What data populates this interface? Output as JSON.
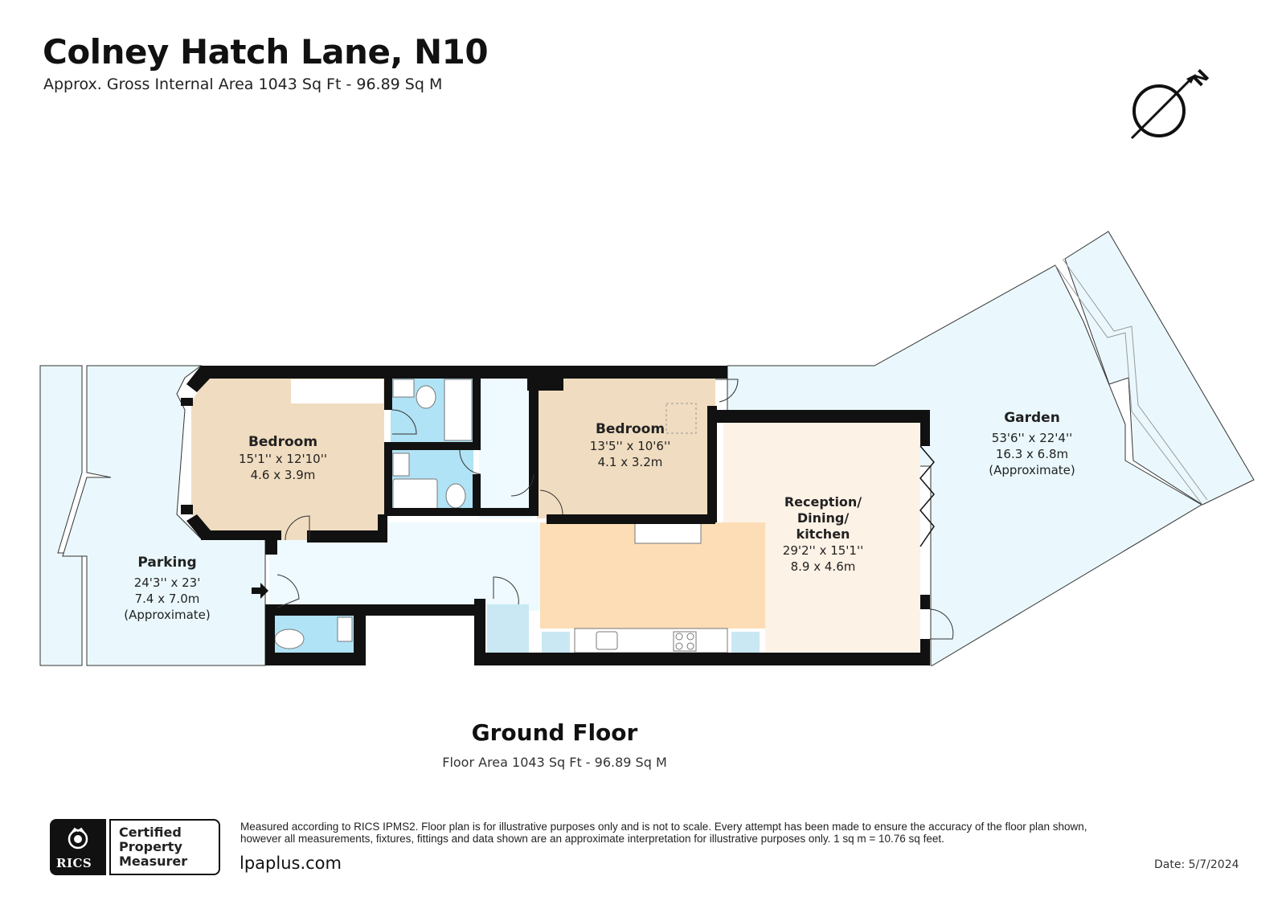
{
  "header": {
    "title": "Colney Hatch Lane, N10",
    "subtitle": "Approx. Gross Internal Area 1043 Sq Ft - 96.89 Sq M"
  },
  "compass": {
    "label": "N",
    "icon": "north-arrow-icon"
  },
  "rooms": [
    {
      "id": "bedroom-1",
      "name": "Bedroom",
      "imperial": "15'1'' x 12'10''",
      "metric": "4.6 x 3.9m",
      "note": ""
    },
    {
      "id": "bedroom-2",
      "name": "Bedroom",
      "imperial": "13'5'' x 10'6''",
      "metric": "4.1 x 3.2m",
      "note": ""
    },
    {
      "id": "reception",
      "name_lines": [
        "Reception/",
        "Dining/",
        "kitchen"
      ],
      "imperial": "29'2'' x 15'1''",
      "metric": "8.9 x 4.6m",
      "note": ""
    },
    {
      "id": "parking",
      "name": "Parking",
      "imperial": "24'3'' x 23'",
      "metric": "7.4 x 7.0m",
      "note": "(Approximate)"
    },
    {
      "id": "garden",
      "name": "Garden",
      "imperial": "53'6'' x 22'4''",
      "metric": "16.3 x 6.8m",
      "note": "(Approximate)"
    }
  ],
  "floor": {
    "title": "Ground Floor",
    "area": "Floor Area 1043 Sq Ft - 96.89 Sq M"
  },
  "footer": {
    "badge_brand": "RICS",
    "badge_lines": [
      "Certified",
      "Property",
      "Measurer"
    ],
    "disclaimer_line1": "Measured according to RICS IPMS2. Floor plan is for illustrative purposes only and is not to scale. Every attempt has been made to ensure the accuracy of the floor plan shown,",
    "disclaimer_line2": "however all measurements, fixtures, fittings and data shown are an approximate interpretation for illustrative purposes only. 1 sq m = 10.76 sq feet.",
    "website": "lpaplus.com",
    "date": "Date: 5/7/2024"
  },
  "colors": {
    "wall": "#111111",
    "outdoor": "#eaf8fd",
    "bedroom": "#f0dcc0",
    "bathroom": "#b0e3f5",
    "hallway": "#eefaff",
    "kitchen": "#fcddb5",
    "reception": "#fdf2e6",
    "storage": "#c9e8f3"
  }
}
